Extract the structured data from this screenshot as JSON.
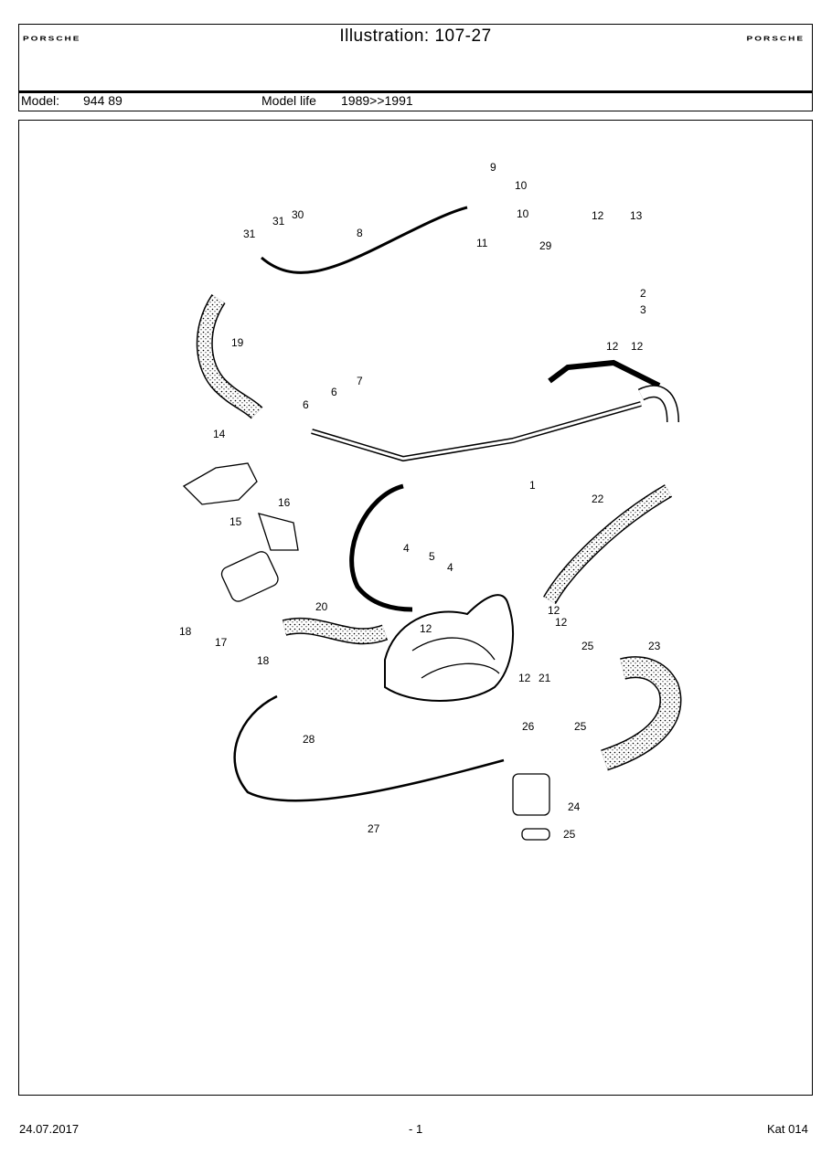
{
  "header": {
    "brand_left": "PORSCHE",
    "brand_right": "PORSCHE",
    "title": "Illustration: 107-27"
  },
  "model": {
    "model_label": "Model:",
    "model_value": "944 89",
    "life_label": "Model life",
    "life_value": "1989>>1991"
  },
  "callouts": [
    "1",
    "2",
    "3",
    "4",
    "4",
    "5",
    "6",
    "6",
    "7",
    "8",
    "9",
    "10",
    "10",
    "11",
    "12",
    "12",
    "12",
    "12",
    "12",
    "12",
    "12",
    "13",
    "14",
    "15",
    "16",
    "17",
    "18",
    "18",
    "19",
    "20",
    "21",
    "22",
    "23",
    "24",
    "25",
    "25",
    "25",
    "26",
    "27",
    "28",
    "29",
    "30",
    "31",
    "31"
  ],
  "footer": {
    "date": "24.07.2017",
    "page": "- 1",
    "catalog": "Kat 014"
  }
}
